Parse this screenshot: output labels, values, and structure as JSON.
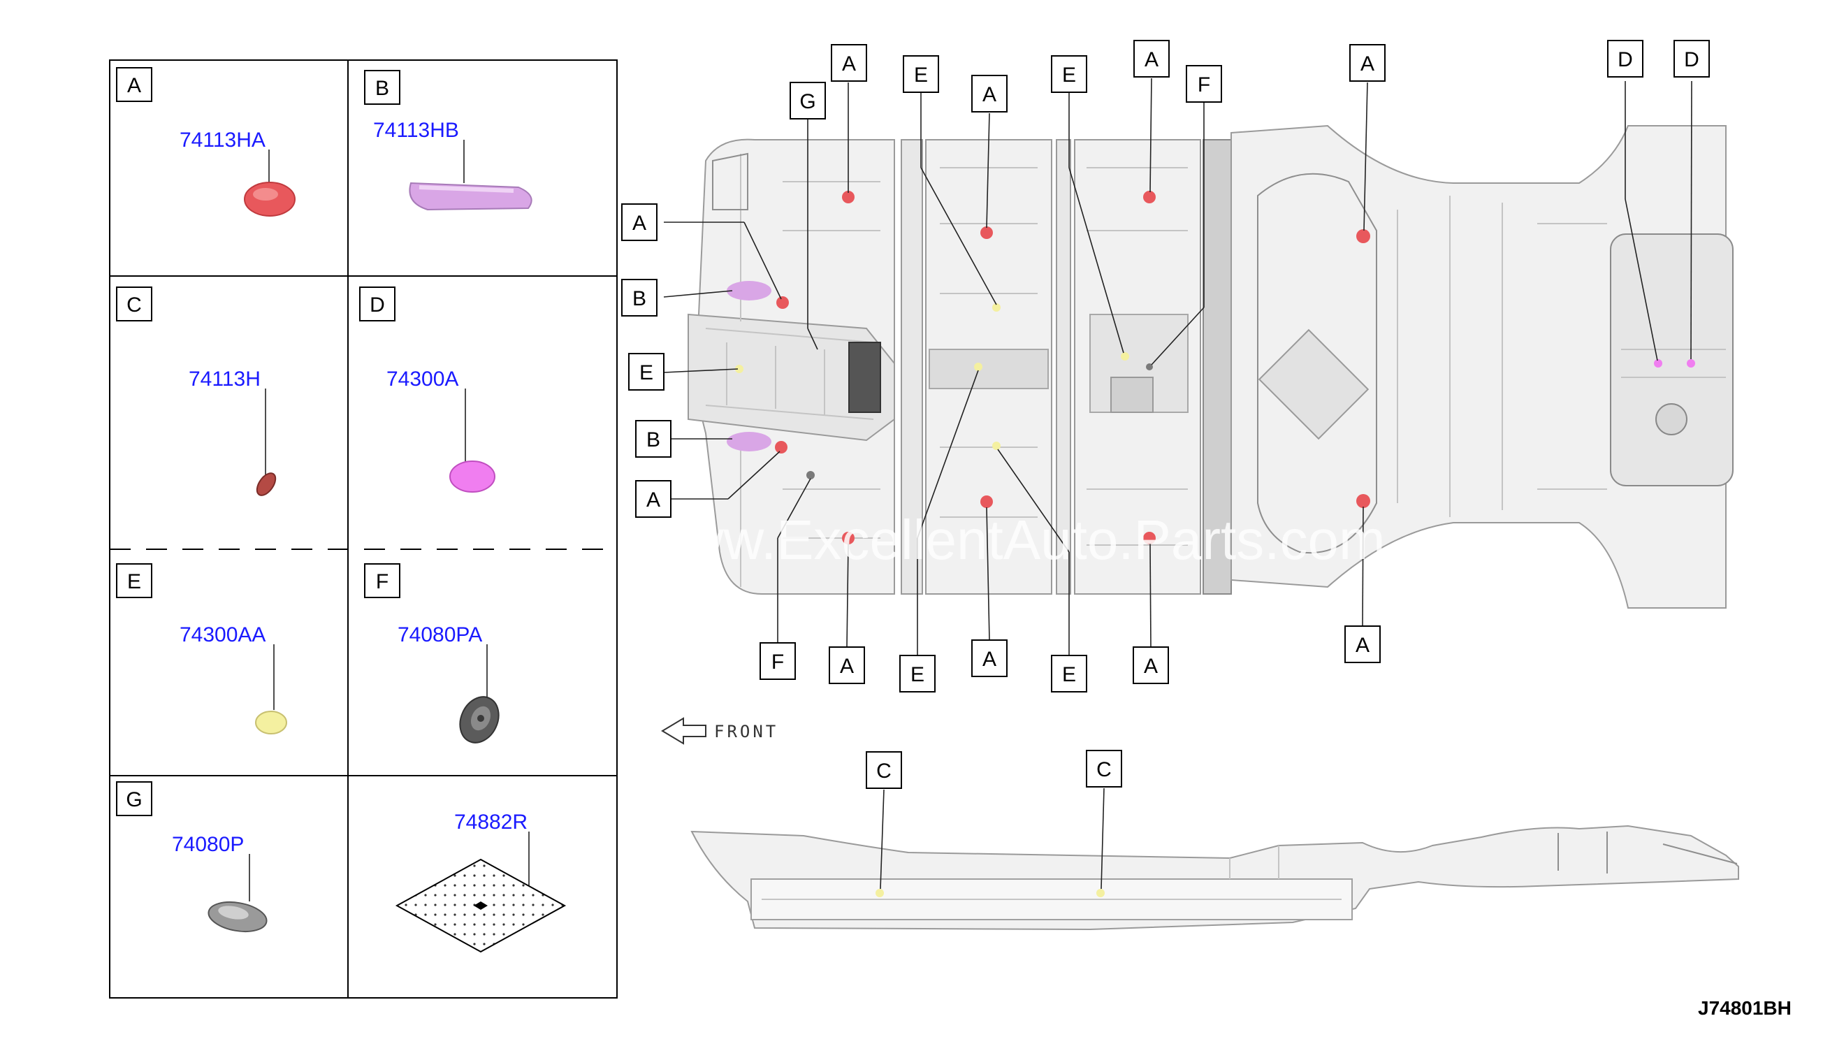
{
  "diagram_code": "J74801BH",
  "watermark": "www.ExcellentAuto.Parts.com",
  "front_label": "FRONT",
  "legend": [
    {
      "letter": "A",
      "part": "74113HA",
      "color": "#e8585c"
    },
    {
      "letter": "B",
      "part": "74113HB",
      "color": "#d9a6e6"
    },
    {
      "letter": "C",
      "part": "74113H",
      "color": "#b44a44"
    },
    {
      "letter": "D",
      "part": "74300A",
      "color": "#f07ef0"
    },
    {
      "letter": "E",
      "part": "74300AA",
      "color": "#f4f0a0"
    },
    {
      "letter": "F",
      "part": "74080PA",
      "color": "#5b5b5b"
    },
    {
      "letter": "G",
      "part": "74080P",
      "color": "#9a9a9a"
    },
    {
      "letter": "",
      "part": "74882R",
      "color": "#000000"
    }
  ],
  "callouts": {
    "top": [
      "A",
      "E",
      "A",
      "E",
      "A",
      "F",
      "A",
      "D",
      "D",
      "G",
      "A",
      "B",
      "E",
      "B",
      "A",
      "F",
      "A",
      "E",
      "A",
      "E",
      "A",
      "A"
    ],
    "side": [
      "C",
      "C"
    ]
  }
}
